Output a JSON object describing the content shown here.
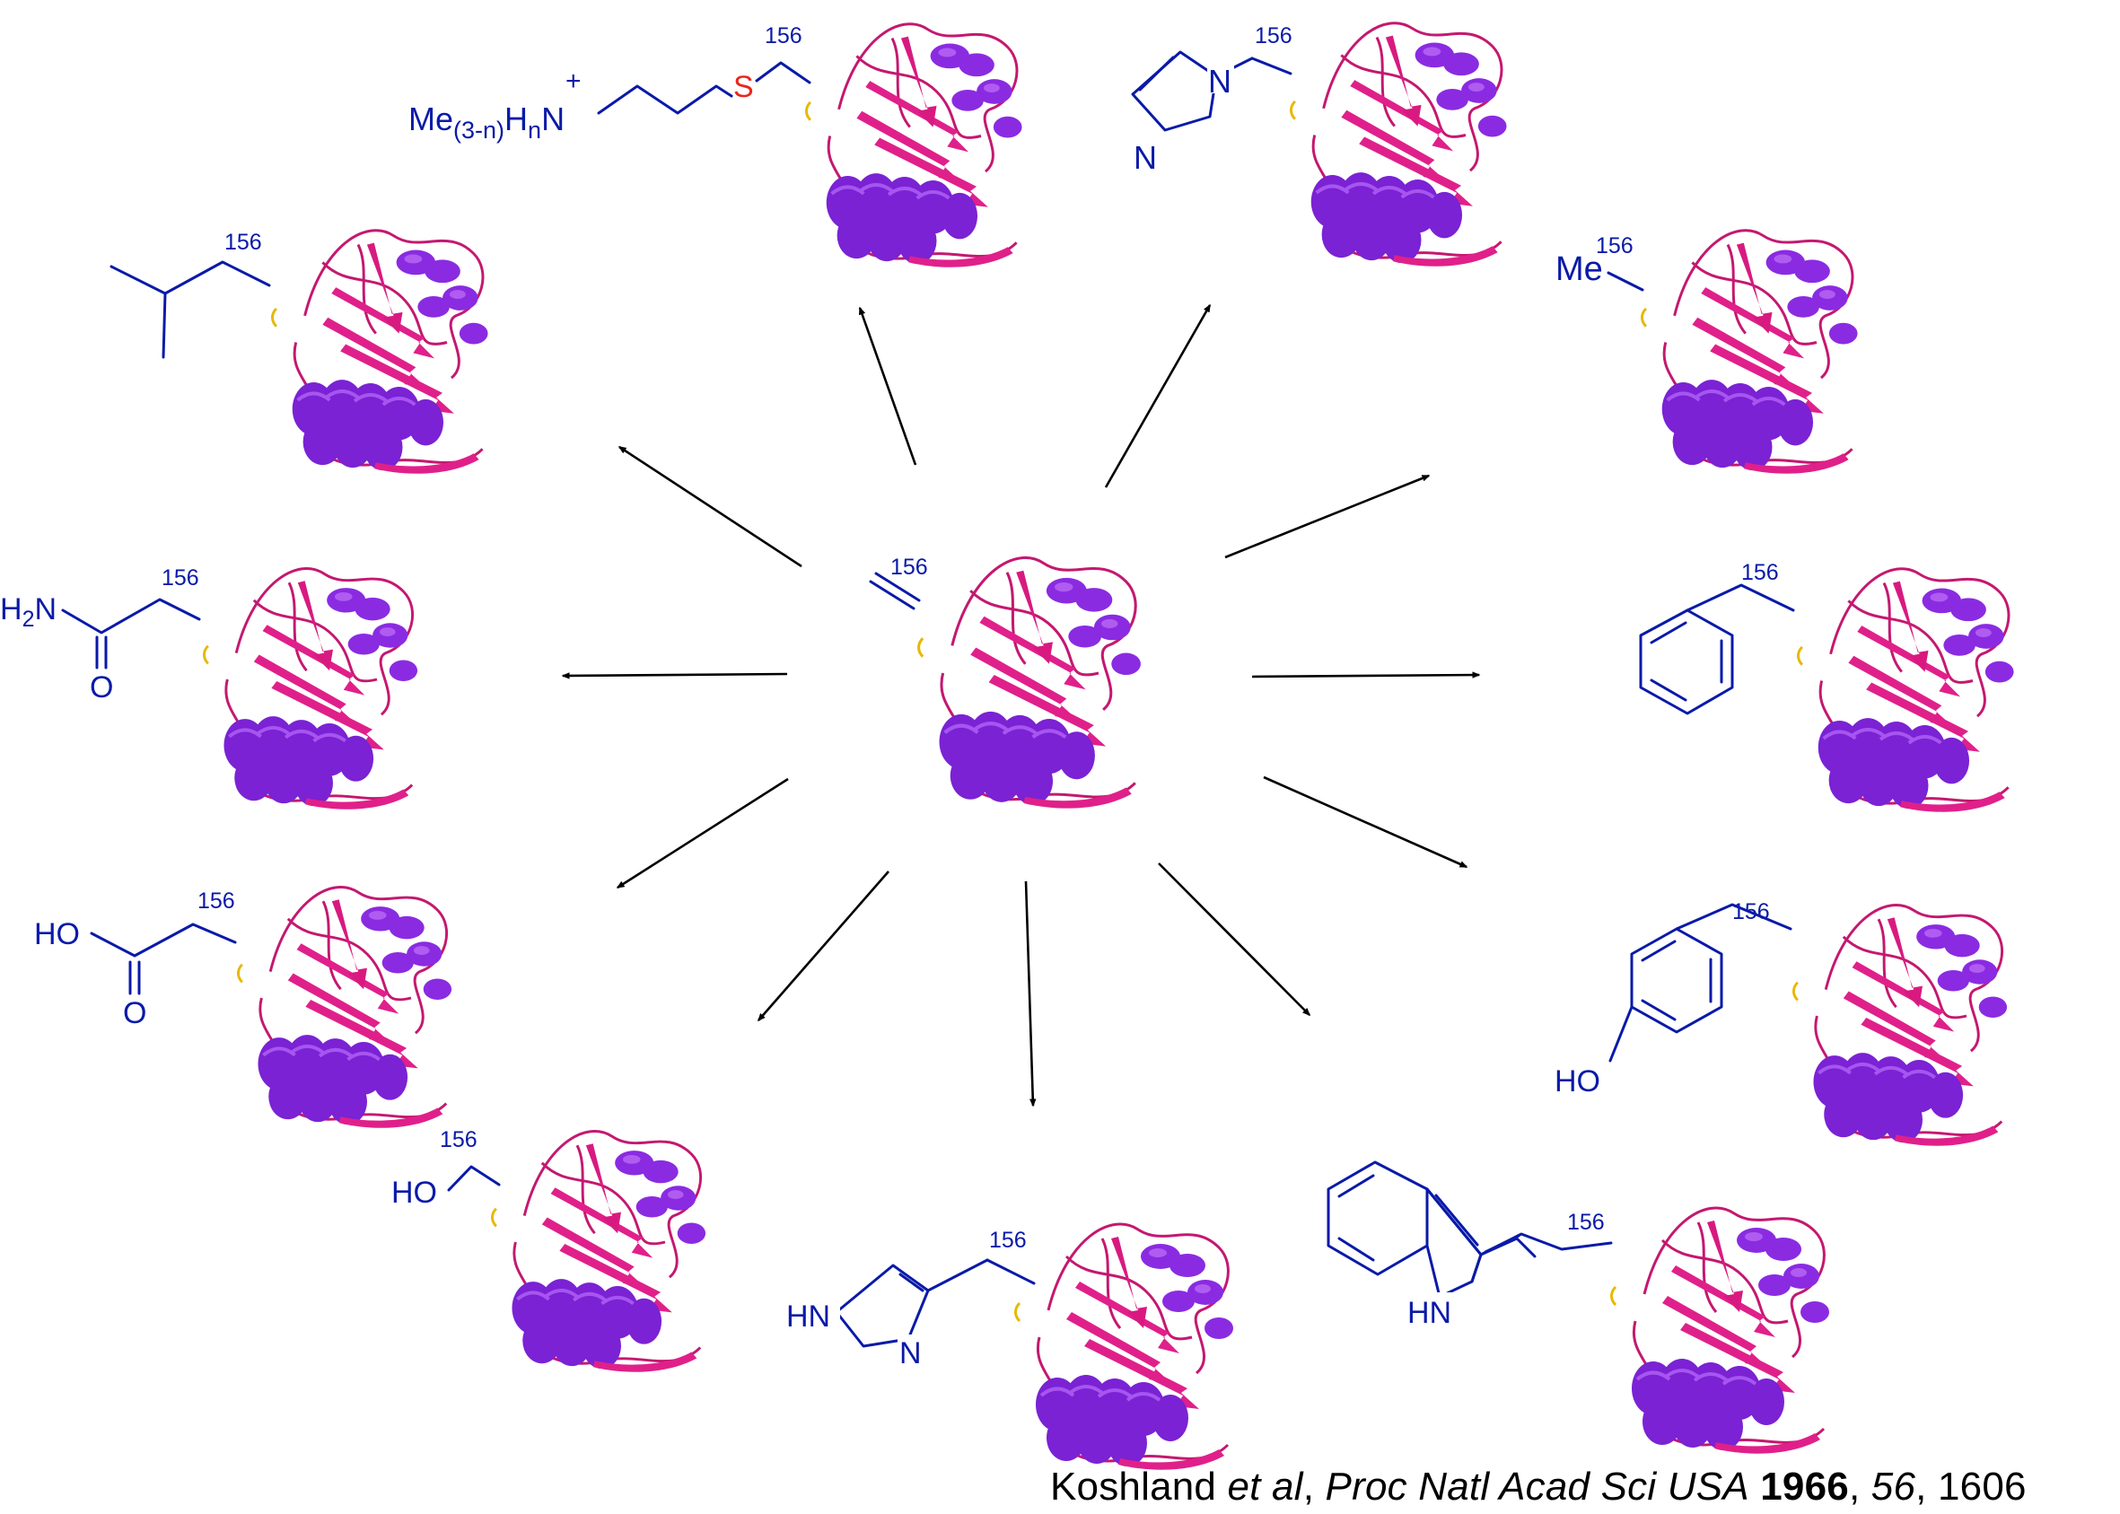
{
  "colors": {
    "label": "#0a1aa8",
    "sulfur": "#e8261c",
    "protein_helix": "#8a2be2",
    "protein_sheet": "#e0208a",
    "protein_coil": "#c41870",
    "arrow": "#000000"
  },
  "icons": [
    "protein-ribbon-icon",
    "arrow-icon"
  ],
  "residue_number": "156",
  "labels": {
    "amine_me": "Me",
    "amine_sub": "(3-n)",
    "amine_h": "H",
    "amine_n_sub": "n",
    "amine_n": "N",
    "amine_plus": "+",
    "sulfur": "S",
    "imid_n1": "N",
    "imid_n3": "N",
    "methyl": "Me",
    "amide_h2n": "H",
    "amide_h2n_sub": "2",
    "amide_n": "N",
    "amide_o": "O",
    "acid_ho": "HO",
    "acid_o": "O",
    "ser_ho": "HO",
    "his_hn": "HN",
    "his_n": "N",
    "tyr_ho": "HO",
    "trp_hn": "HN"
  },
  "citation": {
    "authors": "Koshland ",
    "etal": "et al",
    "sep1": ", ",
    "journal": "Proc Natl Acad Sci USA",
    "sep2": " ",
    "year": "1966",
    "sep3": ", ",
    "volume": "56",
    "sep4": ", ",
    "page": "1606"
  }
}
